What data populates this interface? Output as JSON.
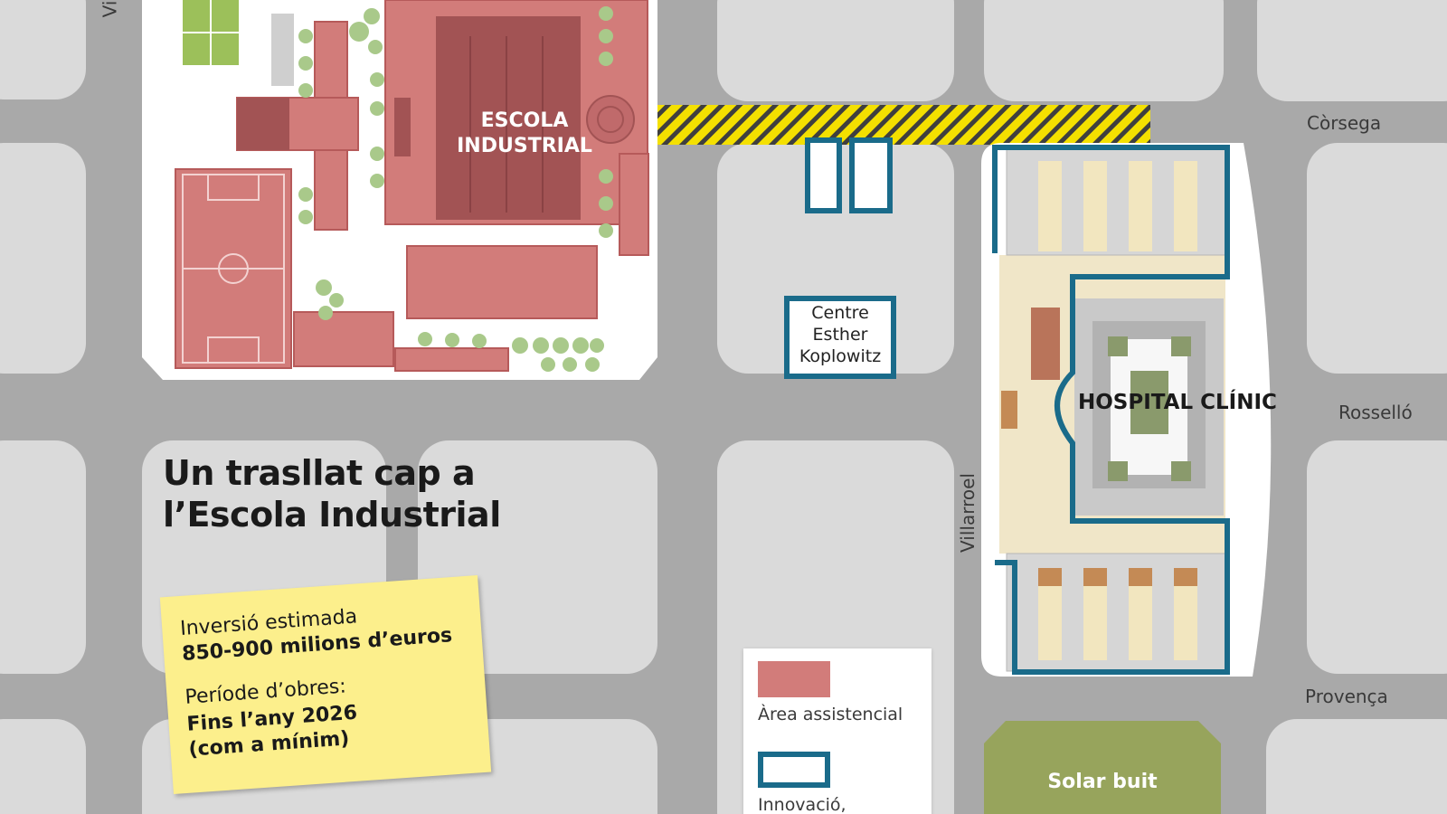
{
  "map": {
    "colors": {
      "street": "#a9a9a9",
      "block": "#dadada",
      "care_area": "#d27c7a",
      "care_area_dark": "#b65a5a",
      "innovation_outline": "#1a6b8a",
      "hatch_yellow": "#f4e000",
      "vacant_lot": "#97a45c",
      "tree": "#a9c98a",
      "sports_green": "#9cc05a"
    },
    "buildings": {
      "escola_industrial": [
        "ESCOLA",
        "INDUSTRIAL"
      ],
      "centre_esther": [
        "Centre",
        "Esther",
        "Koplowitz"
      ],
      "hospital_clinic": "HOSPITAL CLÍNIC",
      "solar_buit": "Solar buit"
    },
    "streets": {
      "corsega": "Còrsega",
      "rossello": "Rosselló",
      "provenca": "Provença",
      "villarroel": "Villarroel",
      "vi_partial": "Vi"
    }
  },
  "headline": {
    "line1": "Un trasllat cap a",
    "line2": "l’Escola Industrial"
  },
  "info_note": {
    "investment_label": "Inversió estimada",
    "investment_value": "850-900 milions d’euros",
    "period_label": "Període d’obres:",
    "period_value_1": "Fins l’any 2026",
    "period_value_2": "(com a mínim)"
  },
  "legend": {
    "items": [
      {
        "label": "Àrea assistencial",
        "swatch": "care-area"
      },
      {
        "label": "Innovació,",
        "swatch": "innovation-outline"
      }
    ]
  }
}
